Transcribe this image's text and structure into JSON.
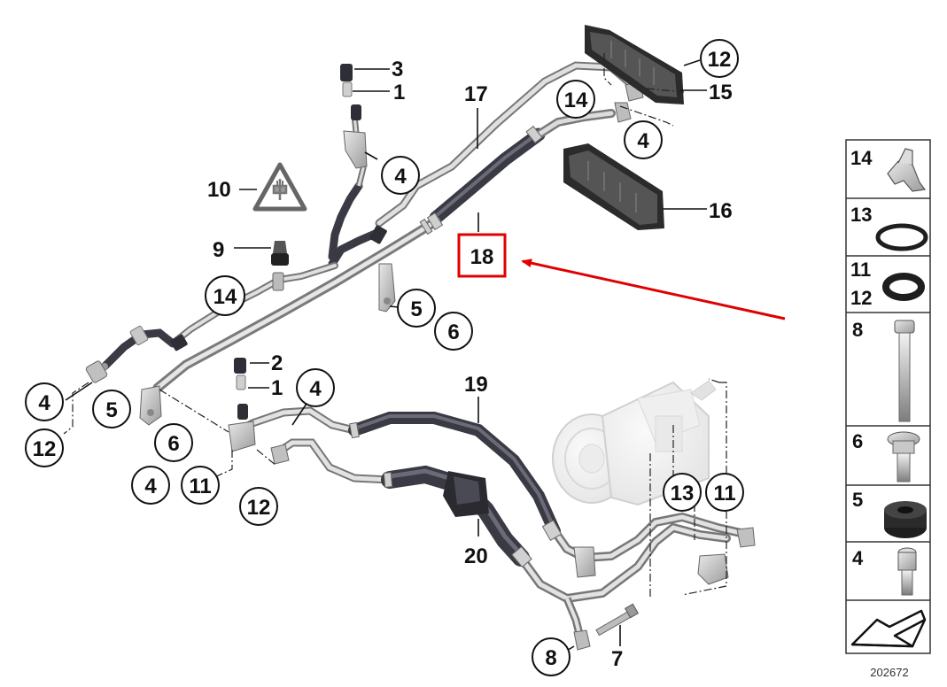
{
  "diagram": {
    "reference_number": "202672",
    "highlight_color": "#e00000",
    "highlighted_part": "18",
    "callouts": [
      {
        "id": "c3",
        "text": "3"
      },
      {
        "id": "c1a",
        "text": "1"
      },
      {
        "id": "c17",
        "text": "17"
      },
      {
        "id": "c12a",
        "text": "12"
      },
      {
        "id": "c15",
        "text": "15"
      },
      {
        "id": "c14a",
        "text": "14"
      },
      {
        "id": "c4a",
        "text": "4"
      },
      {
        "id": "c4b",
        "text": "4"
      },
      {
        "id": "c10",
        "text": "10"
      },
      {
        "id": "c16",
        "text": "16"
      },
      {
        "id": "c18",
        "text": "18"
      },
      {
        "id": "c9",
        "text": "9"
      },
      {
        "id": "c14b",
        "text": "14"
      },
      {
        "id": "c5a",
        "text": "5"
      },
      {
        "id": "c6a",
        "text": "6"
      },
      {
        "id": "c2",
        "text": "2"
      },
      {
        "id": "c1b",
        "text": "1"
      },
      {
        "id": "c4c",
        "text": "4"
      },
      {
        "id": "c19",
        "text": "19"
      },
      {
        "id": "c4d",
        "text": "4"
      },
      {
        "id": "c5b",
        "text": "5"
      },
      {
        "id": "c12b",
        "text": "12"
      },
      {
        "id": "c6b",
        "text": "6"
      },
      {
        "id": "c4e",
        "text": "4"
      },
      {
        "id": "c11a",
        "text": "11"
      },
      {
        "id": "c12c",
        "text": "12"
      },
      {
        "id": "c13",
        "text": "13"
      },
      {
        "id": "c11b",
        "text": "11"
      },
      {
        "id": "c20",
        "text": "20"
      },
      {
        "id": "c8",
        "text": "8"
      },
      {
        "id": "c7",
        "text": "7"
      }
    ],
    "legend": [
      {
        "id": "l14",
        "text": "14",
        "part": "clip-icon"
      },
      {
        "id": "l13",
        "text": "13",
        "part": "o-ring-icon"
      },
      {
        "id": "l11",
        "text": "11",
        "part": "seal-ring-icon"
      },
      {
        "id": "l12",
        "text": "12",
        "part": "seal-ring-icon"
      },
      {
        "id": "l8",
        "text": "8",
        "part": "long-bolt-icon"
      },
      {
        "id": "l6",
        "text": "6",
        "part": "flange-bolt-icon"
      },
      {
        "id": "l5",
        "text": "5",
        "part": "rubber-grommet-icon"
      },
      {
        "id": "l4",
        "text": "4",
        "part": "hex-socket-bolt-icon"
      }
    ]
  }
}
